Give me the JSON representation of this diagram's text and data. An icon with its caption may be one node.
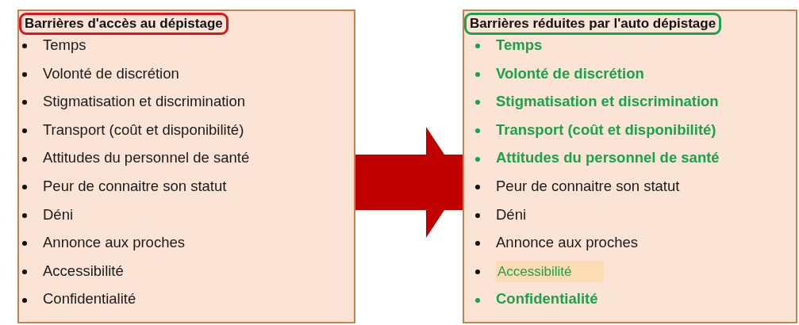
{
  "diagram": {
    "nodes": [
      {
        "text": [
          "Barrières d'accès au dépistage",
          "Temps",
          "Volonté de discrétion",
          "Stigmatisation et discrimination",
          "Transport (coût et disponibilité)",
          "Attitudes du personnel de santé",
          "Peur de connaitre son statut",
          "Déni",
          "Annonce aux proches",
          "Accessibilité",
          "Confidentialité"
        ]
      },
      {
        "text": [
          "Barrières réduites par l'auto dépistage",
          "Temps",
          "Volonté de discrétion",
          "Stigmatisation et discrimination",
          "Transport (coût et disponibilité)",
          "Attitudes du personnel de santé",
          "Peur de connaitre son statut",
          "Déni",
          "Annonce aux proches",
          "Accessibilité",
          "Confidentialité"
        ]
      }
    ],
    "edges": [
      {
        "from": 0,
        "to": 1,
        "arrow": "to"
      }
    ]
  }
}
